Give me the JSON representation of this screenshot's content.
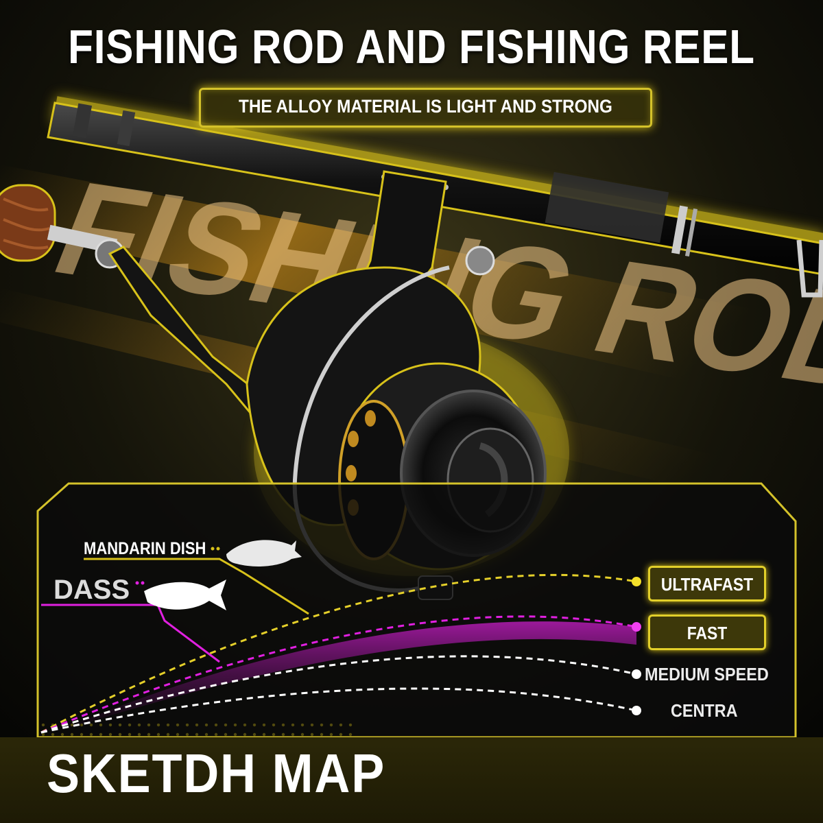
{
  "title": "FISHING ROD AND FISHING REEL",
  "subtitle": "THE ALLOY MATERIAL IS LIGHT AND STRONG",
  "watermark_text": "FISHING ROD",
  "fish_labels": {
    "mandarin": "MANDARIN DISH",
    "dass": "DASS"
  },
  "speed_labels": {
    "ultrafast": "ULTRAFAST",
    "fast": "FAST",
    "medium": "MEDIUM SPEED",
    "centra": "CENTRA"
  },
  "footer_title": "SKETDH MAP",
  "colors": {
    "accent_yellow": "#e2cf2a",
    "accent_magenta": "#e020e0",
    "background": "#0a0a06"
  }
}
